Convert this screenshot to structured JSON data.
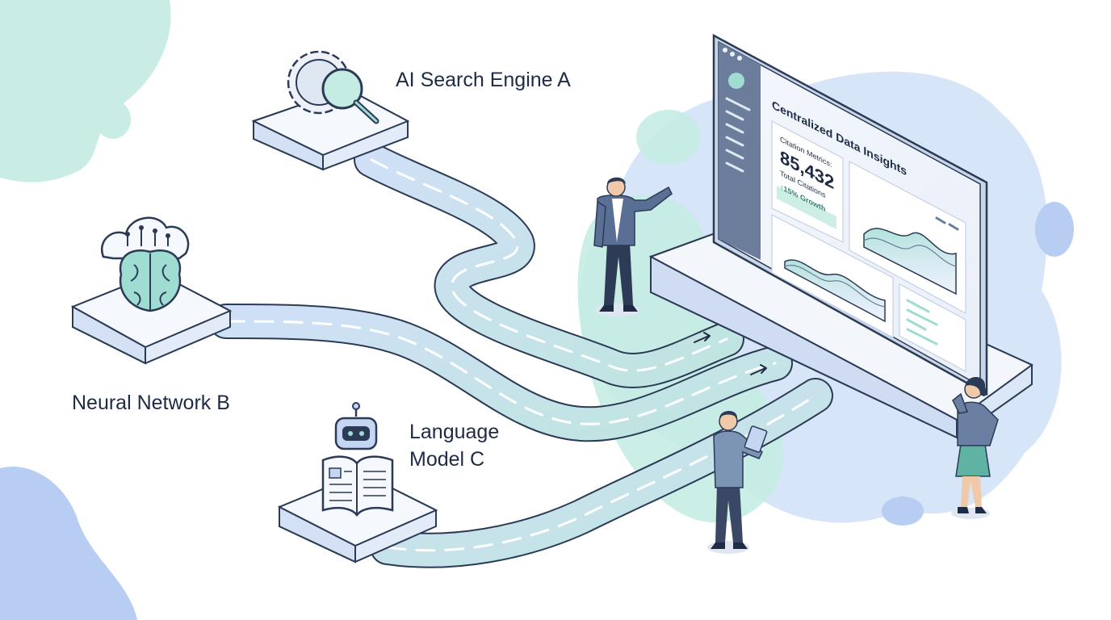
{
  "sources": [
    {
      "id": "ai-search-engine-a",
      "label": "AI Search Engine A",
      "icon": "gear-magnifier-icon"
    },
    {
      "id": "neural-network-b",
      "label": "Neural Network B",
      "icon": "brain-cloud-icon"
    },
    {
      "id": "language-model-c",
      "label_lines": [
        "Language",
        "Model C"
      ],
      "icon": "robot-book-icon"
    }
  ],
  "dashboard": {
    "title": "Centralized Data Insights",
    "metric_caption": "Citation Metrics:",
    "metric_value": "85,432",
    "metric_sub": "Total Citations",
    "growth_badge": "↑15% Growth"
  },
  "people": [
    "presenter",
    "tablet-reader",
    "thinking-woman"
  ],
  "colors": {
    "ink": "#1e2b45",
    "teal": "#9fdcd2",
    "blue": "#c5d6f3",
    "blob_blue": "#b7cdf1",
    "blob_teal": "#bfe8e0",
    "badge": "#cdeee4"
  }
}
